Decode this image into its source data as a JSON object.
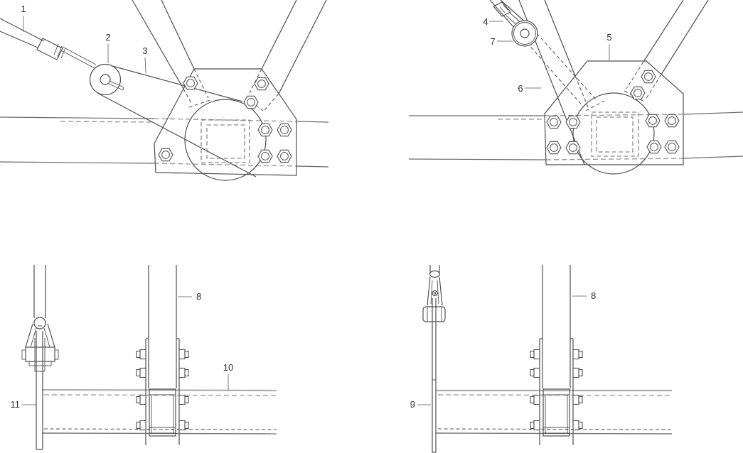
{
  "drawing": {
    "background_color": "#ffffff",
    "line_color": "#4f4f4f",
    "hidden_line_color": "#8f8f8f",
    "callouts": {
      "c1": "1",
      "c2": "2",
      "c3": "3",
      "c4": "4",
      "c5": "5",
      "c6": "6",
      "c7": "7",
      "c8_left": "8",
      "c8_right": "8",
      "c9": "9",
      "c10": "10",
      "c11": "11"
    }
  }
}
